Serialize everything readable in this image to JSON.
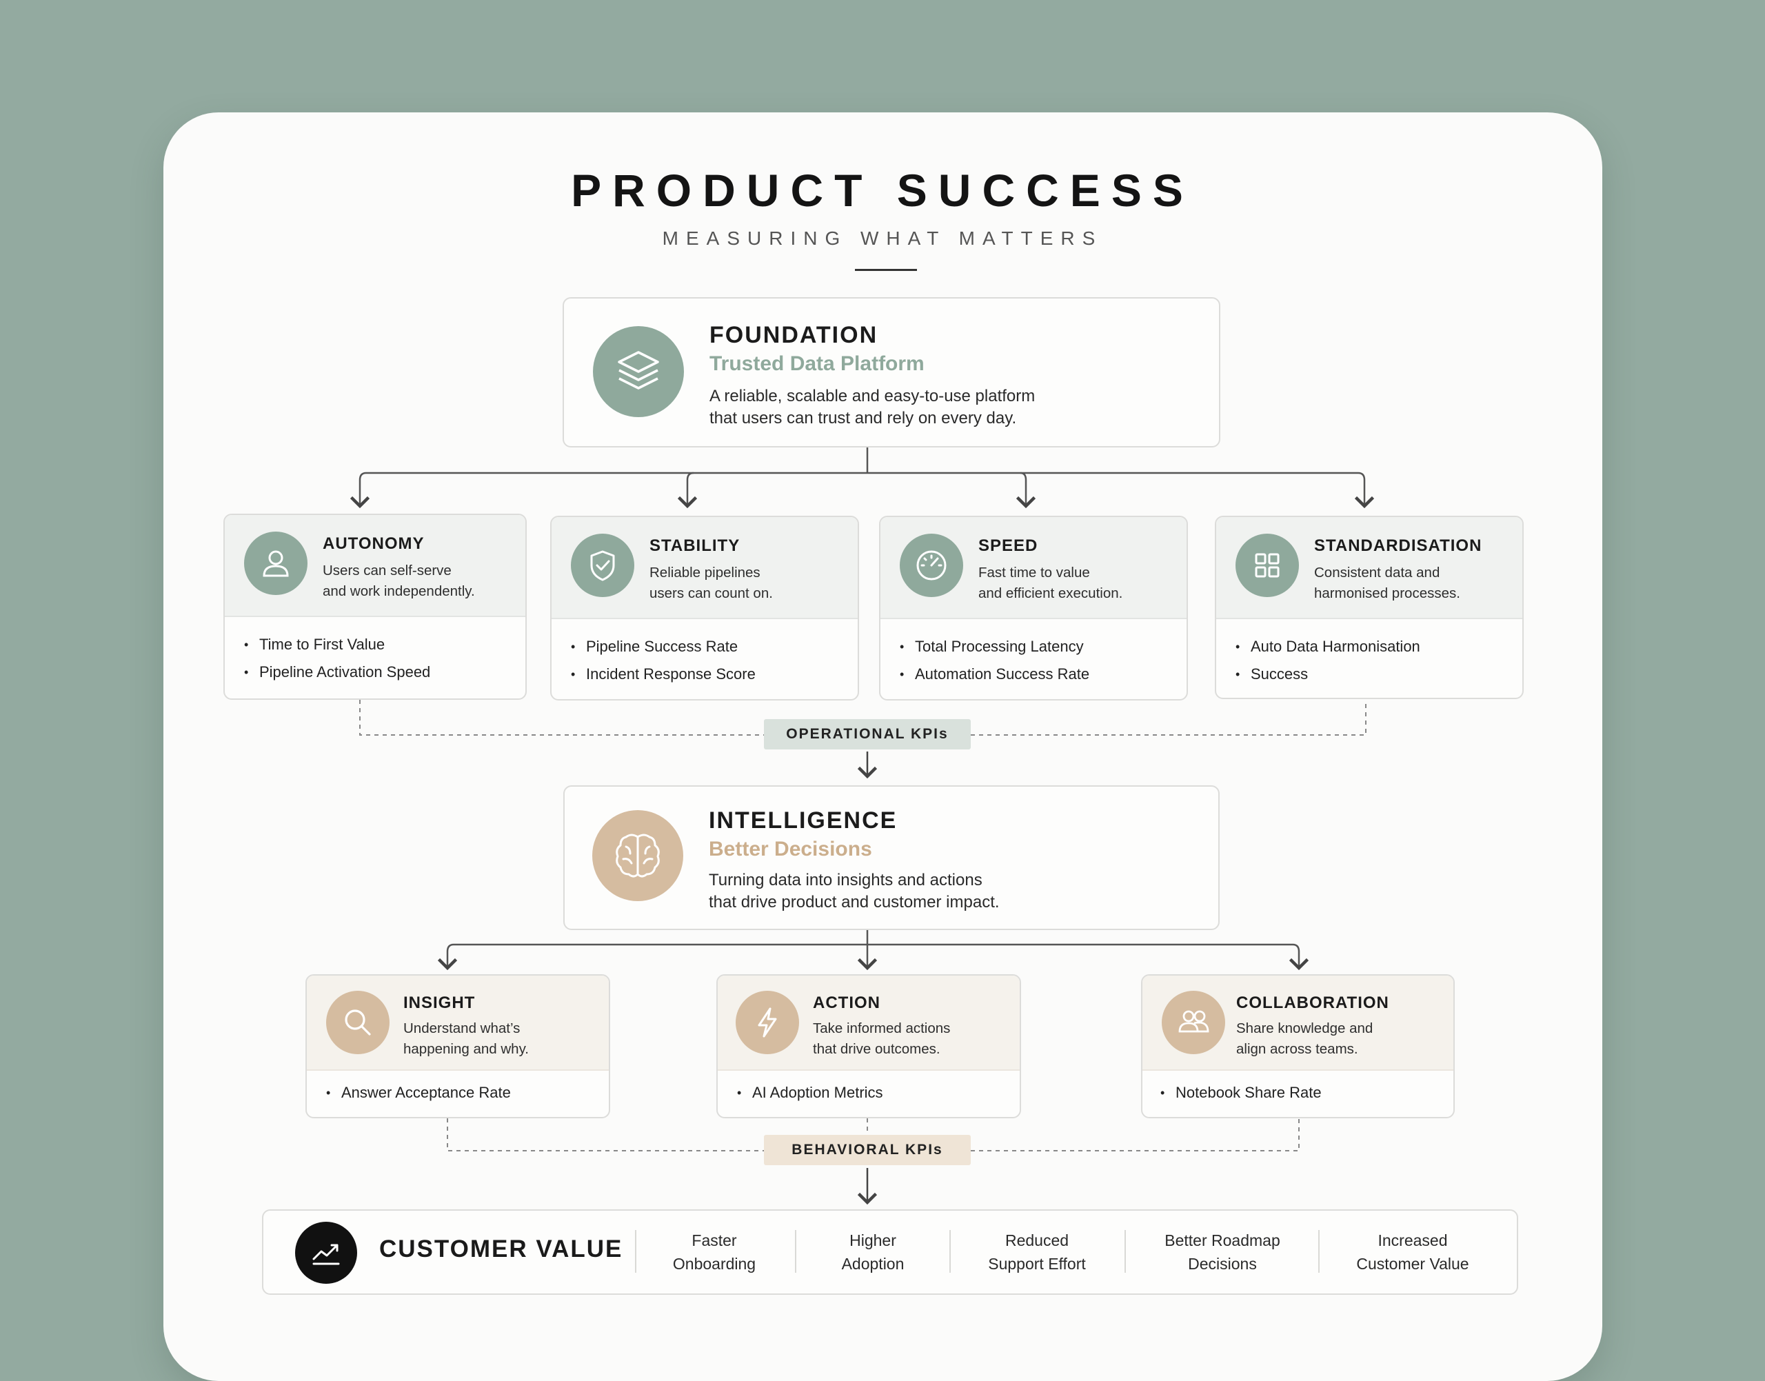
{
  "header": {
    "title": "PRODUCT SUCCESS",
    "subtitle": "MEASURING WHAT MATTERS"
  },
  "foundation": {
    "title": "FOUNDATION",
    "subtitle": "Trusted Data Platform",
    "desc_line1": "A reliable, scalable and easy-to-use platform",
    "desc_line2": "that users can trust and rely on every day.",
    "icon": "layers-icon"
  },
  "pillars": [
    {
      "title": "AUTONOMY",
      "desc_line1": "Users can self-serve",
      "desc_line2": "and work independently.",
      "icon": "user-icon",
      "kpis": [
        "Time to First Value",
        "Pipeline Activation Speed"
      ]
    },
    {
      "title": "STABILITY",
      "desc_line1": "Reliable pipelines",
      "desc_line2": "users can count on.",
      "icon": "shield-check-icon",
      "kpis": [
        "Pipeline Success Rate",
        "Incident Response Score"
      ]
    },
    {
      "title": "SPEED",
      "desc_line1": "Fast time to value",
      "desc_line2": "and efficient execution.",
      "icon": "speedometer-icon",
      "kpis": [
        "Total Processing Latency",
        "Automation Success Rate"
      ]
    },
    {
      "title": "STANDARDISATION",
      "desc_line1": "Consistent data and",
      "desc_line2": "harmonised processes.",
      "icon": "grid-icon",
      "kpis": [
        "Auto Data Harmonisation",
        "Success"
      ]
    }
  ],
  "operational_tag": "OPERATIONAL KPIs",
  "intelligence": {
    "title": "INTELLIGENCE",
    "subtitle": "Better Decisions",
    "desc_line1": "Turning data into insights and actions",
    "desc_line2": "that drive product and customer impact.",
    "icon": "brain-icon"
  },
  "behaviors": [
    {
      "title": "INSIGHT",
      "desc_line1": "Understand what’s",
      "desc_line2": "happening and why.",
      "icon": "magnifier-icon",
      "kpis": [
        "Answer Acceptance Rate"
      ]
    },
    {
      "title": "ACTION",
      "desc_line1": "Take informed actions",
      "desc_line2": "that drive outcomes.",
      "icon": "lightning-icon",
      "kpis": [
        "AI Adoption Metrics"
      ]
    },
    {
      "title": "COLLABORATION",
      "desc_line1": "Share knowledge and",
      "desc_line2": "align across teams.",
      "icon": "people-icon",
      "kpis": [
        "Notebook Share Rate"
      ]
    }
  ],
  "behavioral_tag": "BEHAVIORAL KPIs",
  "customer_value": {
    "label": "CUSTOMER VALUE",
    "icon": "trend-up-icon",
    "items": [
      {
        "line1": "Faster",
        "line2": "Onboarding"
      },
      {
        "line1": "Higher",
        "line2": "Adoption"
      },
      {
        "line1": "Reduced",
        "line2": "Support Effort"
      },
      {
        "line1": "Better Roadmap",
        "line2": "Decisions"
      },
      {
        "line1": "Increased",
        "line2": "Customer Value"
      }
    ]
  },
  "colors": {
    "background": "#93aaa0",
    "sage": "#8fa99c",
    "sand": "#d5bca0",
    "sage_tag": "#d9e1dc",
    "sand_tag": "#efe4d6"
  }
}
